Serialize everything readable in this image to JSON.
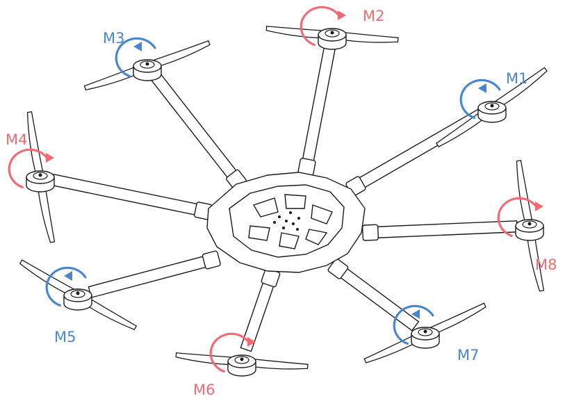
{
  "colors": {
    "cw": "#f06b73",
    "ccw": "#4a86cf",
    "line": "#1a1a1a",
    "fill": "#ffffff"
  },
  "motors": [
    {
      "id": "m1",
      "label": "M1",
      "rotation": "ccw",
      "color": "#4a86cf"
    },
    {
      "id": "m2",
      "label": "M2",
      "rotation": "cw",
      "color": "#f06b73"
    },
    {
      "id": "m3",
      "label": "M3",
      "rotation": "ccw",
      "color": "#4a86cf"
    },
    {
      "id": "m4",
      "label": "M4",
      "rotation": "cw",
      "color": "#f06b73"
    },
    {
      "id": "m5",
      "label": "M5",
      "rotation": "ccw",
      "color": "#4a86cf"
    },
    {
      "id": "m6",
      "label": "M6",
      "rotation": "cw",
      "color": "#f06b73"
    },
    {
      "id": "m7",
      "label": "M7",
      "rotation": "ccw",
      "color": "#4a86cf"
    },
    {
      "id": "m8",
      "label": "M8",
      "rotation": "cw",
      "color": "#f06b73"
    }
  ]
}
